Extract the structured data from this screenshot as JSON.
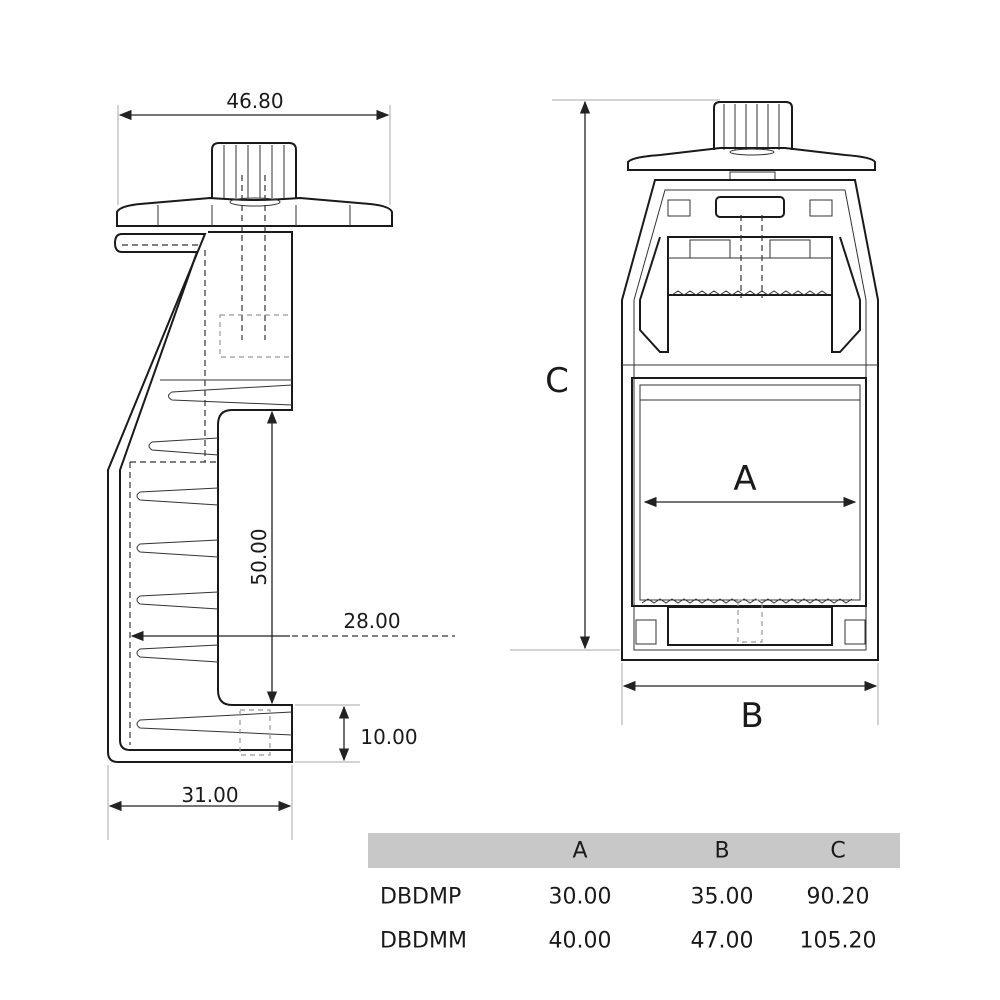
{
  "side_view": {
    "dim_width_top": "46.80",
    "dim_channel_height": "50.00",
    "dim_depth": "28.00",
    "dim_lip": "10.00",
    "dim_base_width": "31.00"
  },
  "front_view": {
    "dim_a": "A",
    "dim_b": "B",
    "dim_c": "C"
  },
  "table": {
    "headers": [
      "",
      "A",
      "B",
      "C"
    ],
    "rows": [
      {
        "model": "DBDMP",
        "a": "30.00",
        "b": "35.00",
        "c": "90.20"
      },
      {
        "model": "DBDMM",
        "a": "40.00",
        "b": "47.00",
        "c": "105.20"
      }
    ],
    "header_color": "#c8c8c8"
  }
}
